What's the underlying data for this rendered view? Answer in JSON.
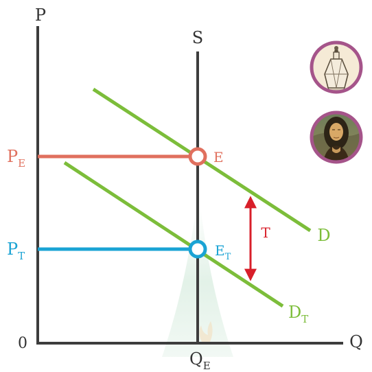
{
  "axes": {
    "y_label": "P",
    "x_label": "Q",
    "origin_label": "0"
  },
  "curves": {
    "supply": {
      "label": "S"
    },
    "demand": {
      "label": "D"
    },
    "demand_taxed": {
      "label_main": "D",
      "label_sub": "T"
    }
  },
  "price_levels": {
    "equilibrium": {
      "label_main": "P",
      "label_sub": "E",
      "color": "#e0705e"
    },
    "taxed": {
      "label_main": "P",
      "label_sub": "T",
      "color": "#1aa3d4"
    }
  },
  "points": {
    "equilibrium": {
      "label": "E"
    },
    "taxed": {
      "label_main": "E",
      "label_sub": "T"
    }
  },
  "quantity_marker": {
    "label_main": "Q",
    "label_sub": "E"
  },
  "tax": {
    "label": "T",
    "color": "#d81f2a"
  },
  "colors": {
    "axis": "#3d3d3d",
    "demand": "#7cbd3a",
    "icon_ring": "#a5548a",
    "watermark": "#d9ede0"
  },
  "icons": [
    "perfume-bottle-icon",
    "mona-lisa-painting-icon"
  ]
}
